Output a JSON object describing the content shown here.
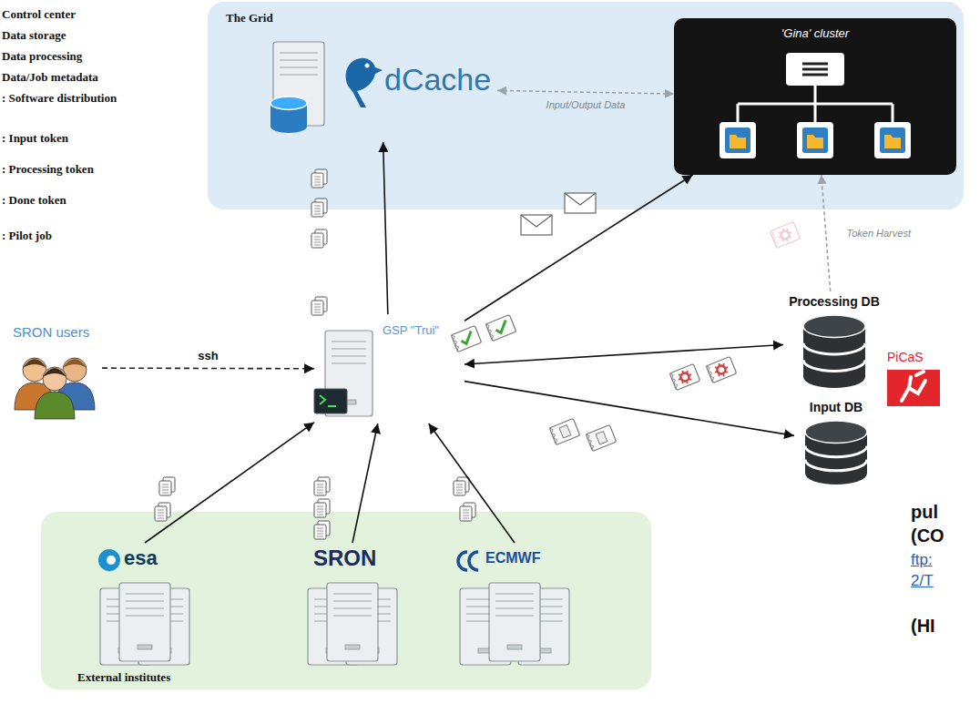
{
  "diagram": {
    "nodes": [
      {
        "text": [
          "The Grid"
        ]
      },
      {
        "text": [
          "dCache"
        ],
        "in": 0
      },
      {
        "text": [
          "'Gina' cluster"
        ],
        "in": 0
      },
      {
        "text": [
          "SRON users"
        ]
      },
      {
        "text": [
          "GSP \"Trui\""
        ]
      },
      {
        "text": [
          "Processing DB"
        ]
      },
      {
        "text": [
          "Input DB"
        ]
      },
      {
        "text": [
          "External institutes"
        ]
      },
      {
        "text": [
          "esa"
        ],
        "in": 7
      },
      {
        "text": [
          "SRON"
        ],
        "in": 7
      },
      {
        "text": [
          "ECMWF"
        ],
        "in": 7
      }
    ],
    "edges": [
      {
        "from": 3,
        "to": 4,
        "label": "ssh",
        "arrow": "to"
      },
      {
        "from": 4,
        "to": 1,
        "arrow": "to"
      },
      {
        "from": 4,
        "to": 2,
        "arrow": "to"
      },
      {
        "from": 1,
        "to": 2,
        "label": "Input/Output Data",
        "arrow": "both"
      },
      {
        "from": 5,
        "to": 2,
        "label": "Token Harvest",
        "arrow": "to"
      },
      {
        "from": 4,
        "to": 5,
        "arrow": "both"
      },
      {
        "from": 4,
        "to": 6,
        "arrow": "to"
      },
      {
        "from": 8,
        "to": 4,
        "arrow": "to"
      },
      {
        "from": 9,
        "to": 4,
        "arrow": "to"
      },
      {
        "from": 10,
        "to": 4,
        "arrow": "to"
      }
    ],
    "labels": [
      "PiCaS",
      "pul",
      "(CO",
      "ftp:",
      "2/T",
      "(HI"
    ],
    "legend": [
      {
        "text": "Control center"
      },
      {
        "text": "Data storage"
      },
      {
        "text": "Data processing"
      },
      {
        "text": "Data/Job metadata"
      },
      {
        "text": ": Software distribution"
      },
      {
        "text": ": Input token"
      },
      {
        "text": ": Processing token"
      },
      {
        "text": ": Done token"
      },
      {
        "text": ": Pilot job"
      }
    ]
  }
}
